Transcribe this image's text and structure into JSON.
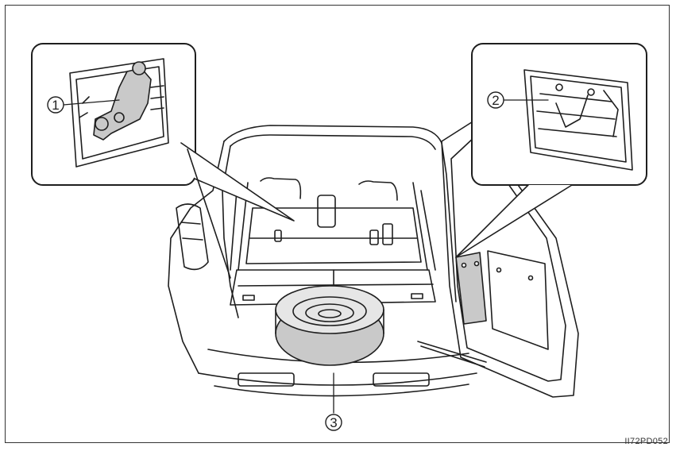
{
  "callouts": [
    {
      "id": "1",
      "label": "1"
    },
    {
      "id": "2",
      "label": "2"
    },
    {
      "id": "3",
      "label": "3"
    }
  ],
  "figure_code": "II72PD052",
  "colors": {
    "line": "#1e1e1e",
    "highlight_gray": "#c9c9c9",
    "light_gray": "#e6e6e6",
    "background": "#ffffff"
  }
}
